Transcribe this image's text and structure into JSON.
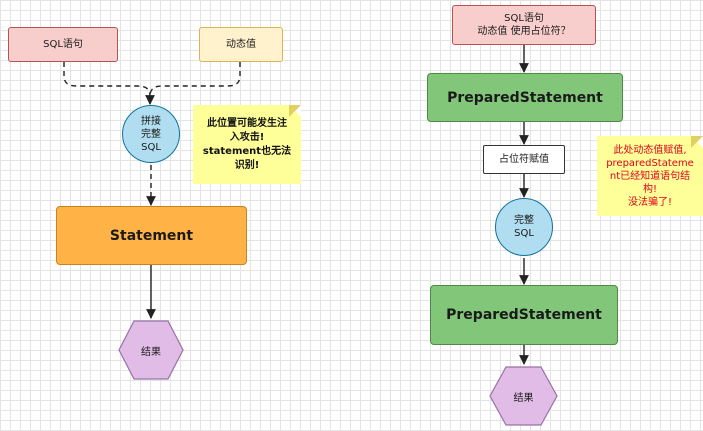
{
  "left": {
    "sql_box": "SQL语句",
    "dynamic_box": "动态值",
    "concat_circle": "拼接\n完整\nSQL",
    "note": "此位置可能发生注\n入攻击!\nstatement也无法\n识别!",
    "statement_box": "Statement",
    "result_hex": "结果"
  },
  "right": {
    "top_box": "SQL语句\n动态值 使用占位符？",
    "prepared_box_1": "PreparedStatement",
    "placeholder_box": "占位符赋值",
    "complete_circle": "完整\nSQL",
    "prepared_box_2": "PreparedStatement",
    "result_hex": "结果",
    "note": "此处动态值赋值,\npreparedStateme\nnt已经知道语句结\n构!\n没法骗了!"
  },
  "colors": {
    "pink_fill": "#f8cecc",
    "yellow_fill": "#fff2cc",
    "circle_fill": "#b1ddf0",
    "orange_fill": "#ffb347",
    "green_fill": "#82c67a",
    "hex_fill": "#e1bce6",
    "note_fill": "#ffff99",
    "note_red_text": "#e0001b"
  }
}
